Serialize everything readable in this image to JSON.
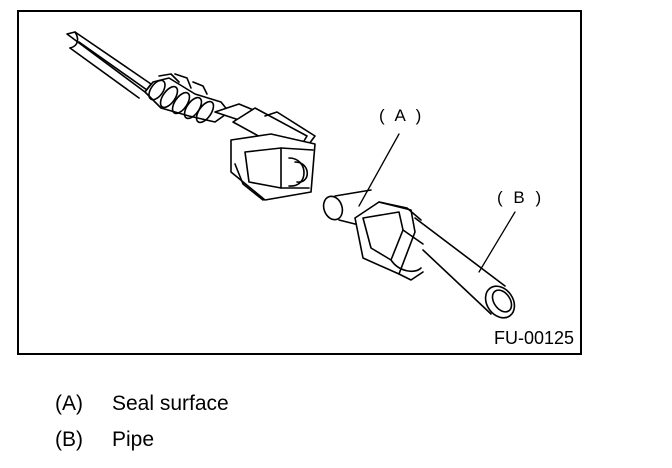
{
  "diagram": {
    "callouts": {
      "a": "( A )",
      "b": "( B )"
    },
    "figure_code": "FU-00125"
  },
  "legend": [
    {
      "key": "(A)",
      "text": "Seal surface"
    },
    {
      "key": "(B)",
      "text": "Pipe"
    }
  ]
}
